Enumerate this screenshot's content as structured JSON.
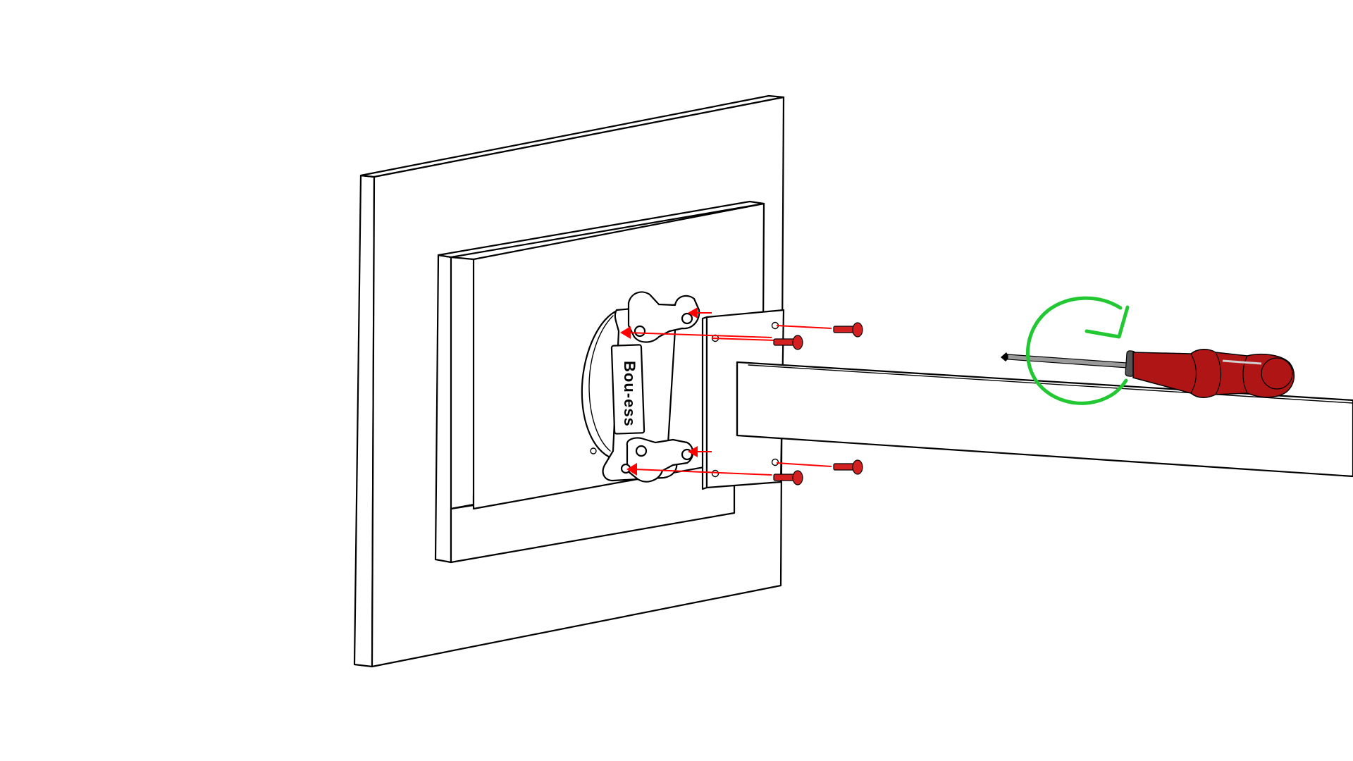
{
  "illustration": {
    "brand_marking": "Bou-ess",
    "colors": {
      "outline": "#000000",
      "background": "#ffffff",
      "direction_arrows": "#ff0000",
      "screws": "#d42020",
      "screwdriver_handle": "#b01515",
      "screwdriver_shaft": "#9a9a9a",
      "rotation_arrow": "#22c832"
    },
    "screws_shown": 4,
    "rotation_direction": "clockwise"
  }
}
